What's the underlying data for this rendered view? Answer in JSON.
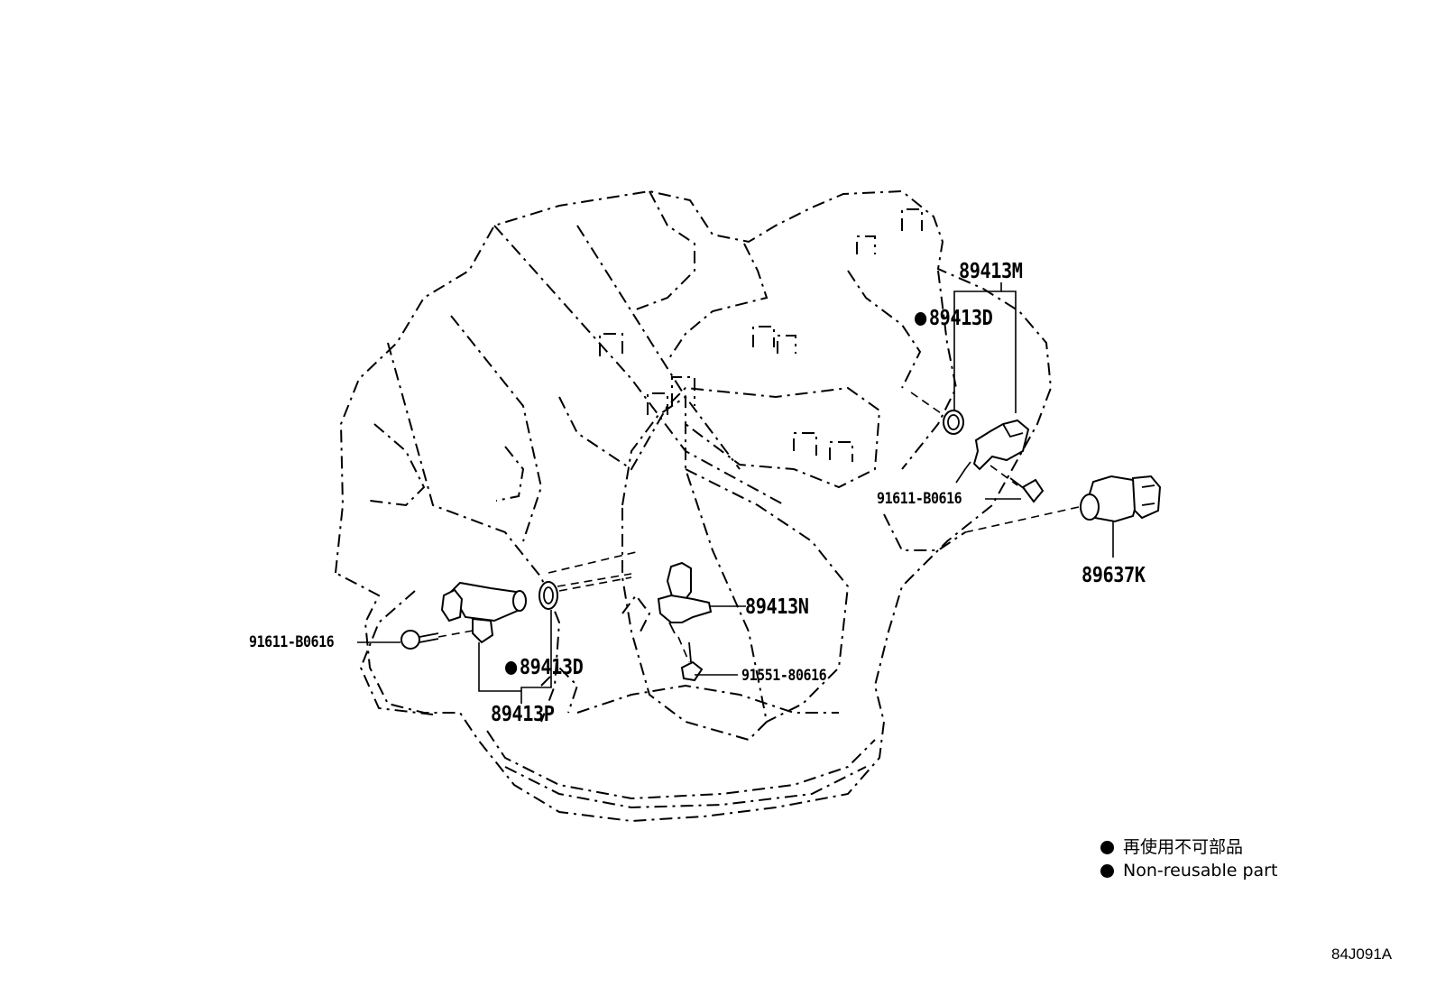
{
  "diagram_code": "84J091A",
  "legend": [
    {
      "symbol": "filled-circle",
      "text": "再使用不可部品"
    },
    {
      "symbol": "filled-circle",
      "text": "Non-reusable part"
    }
  ],
  "parts": {
    "p89413M": "89413M",
    "p89413D_top": "89413D",
    "p91611_right": "91611-B0616",
    "p89637K": "89637K",
    "p89413N": "89413N",
    "p91551": "91551-80616",
    "p91611_left": "91611-B0616",
    "p89413D_bottom": "89413D",
    "p89413P": "89413P"
  },
  "non_reusable": [
    "89413D"
  ]
}
